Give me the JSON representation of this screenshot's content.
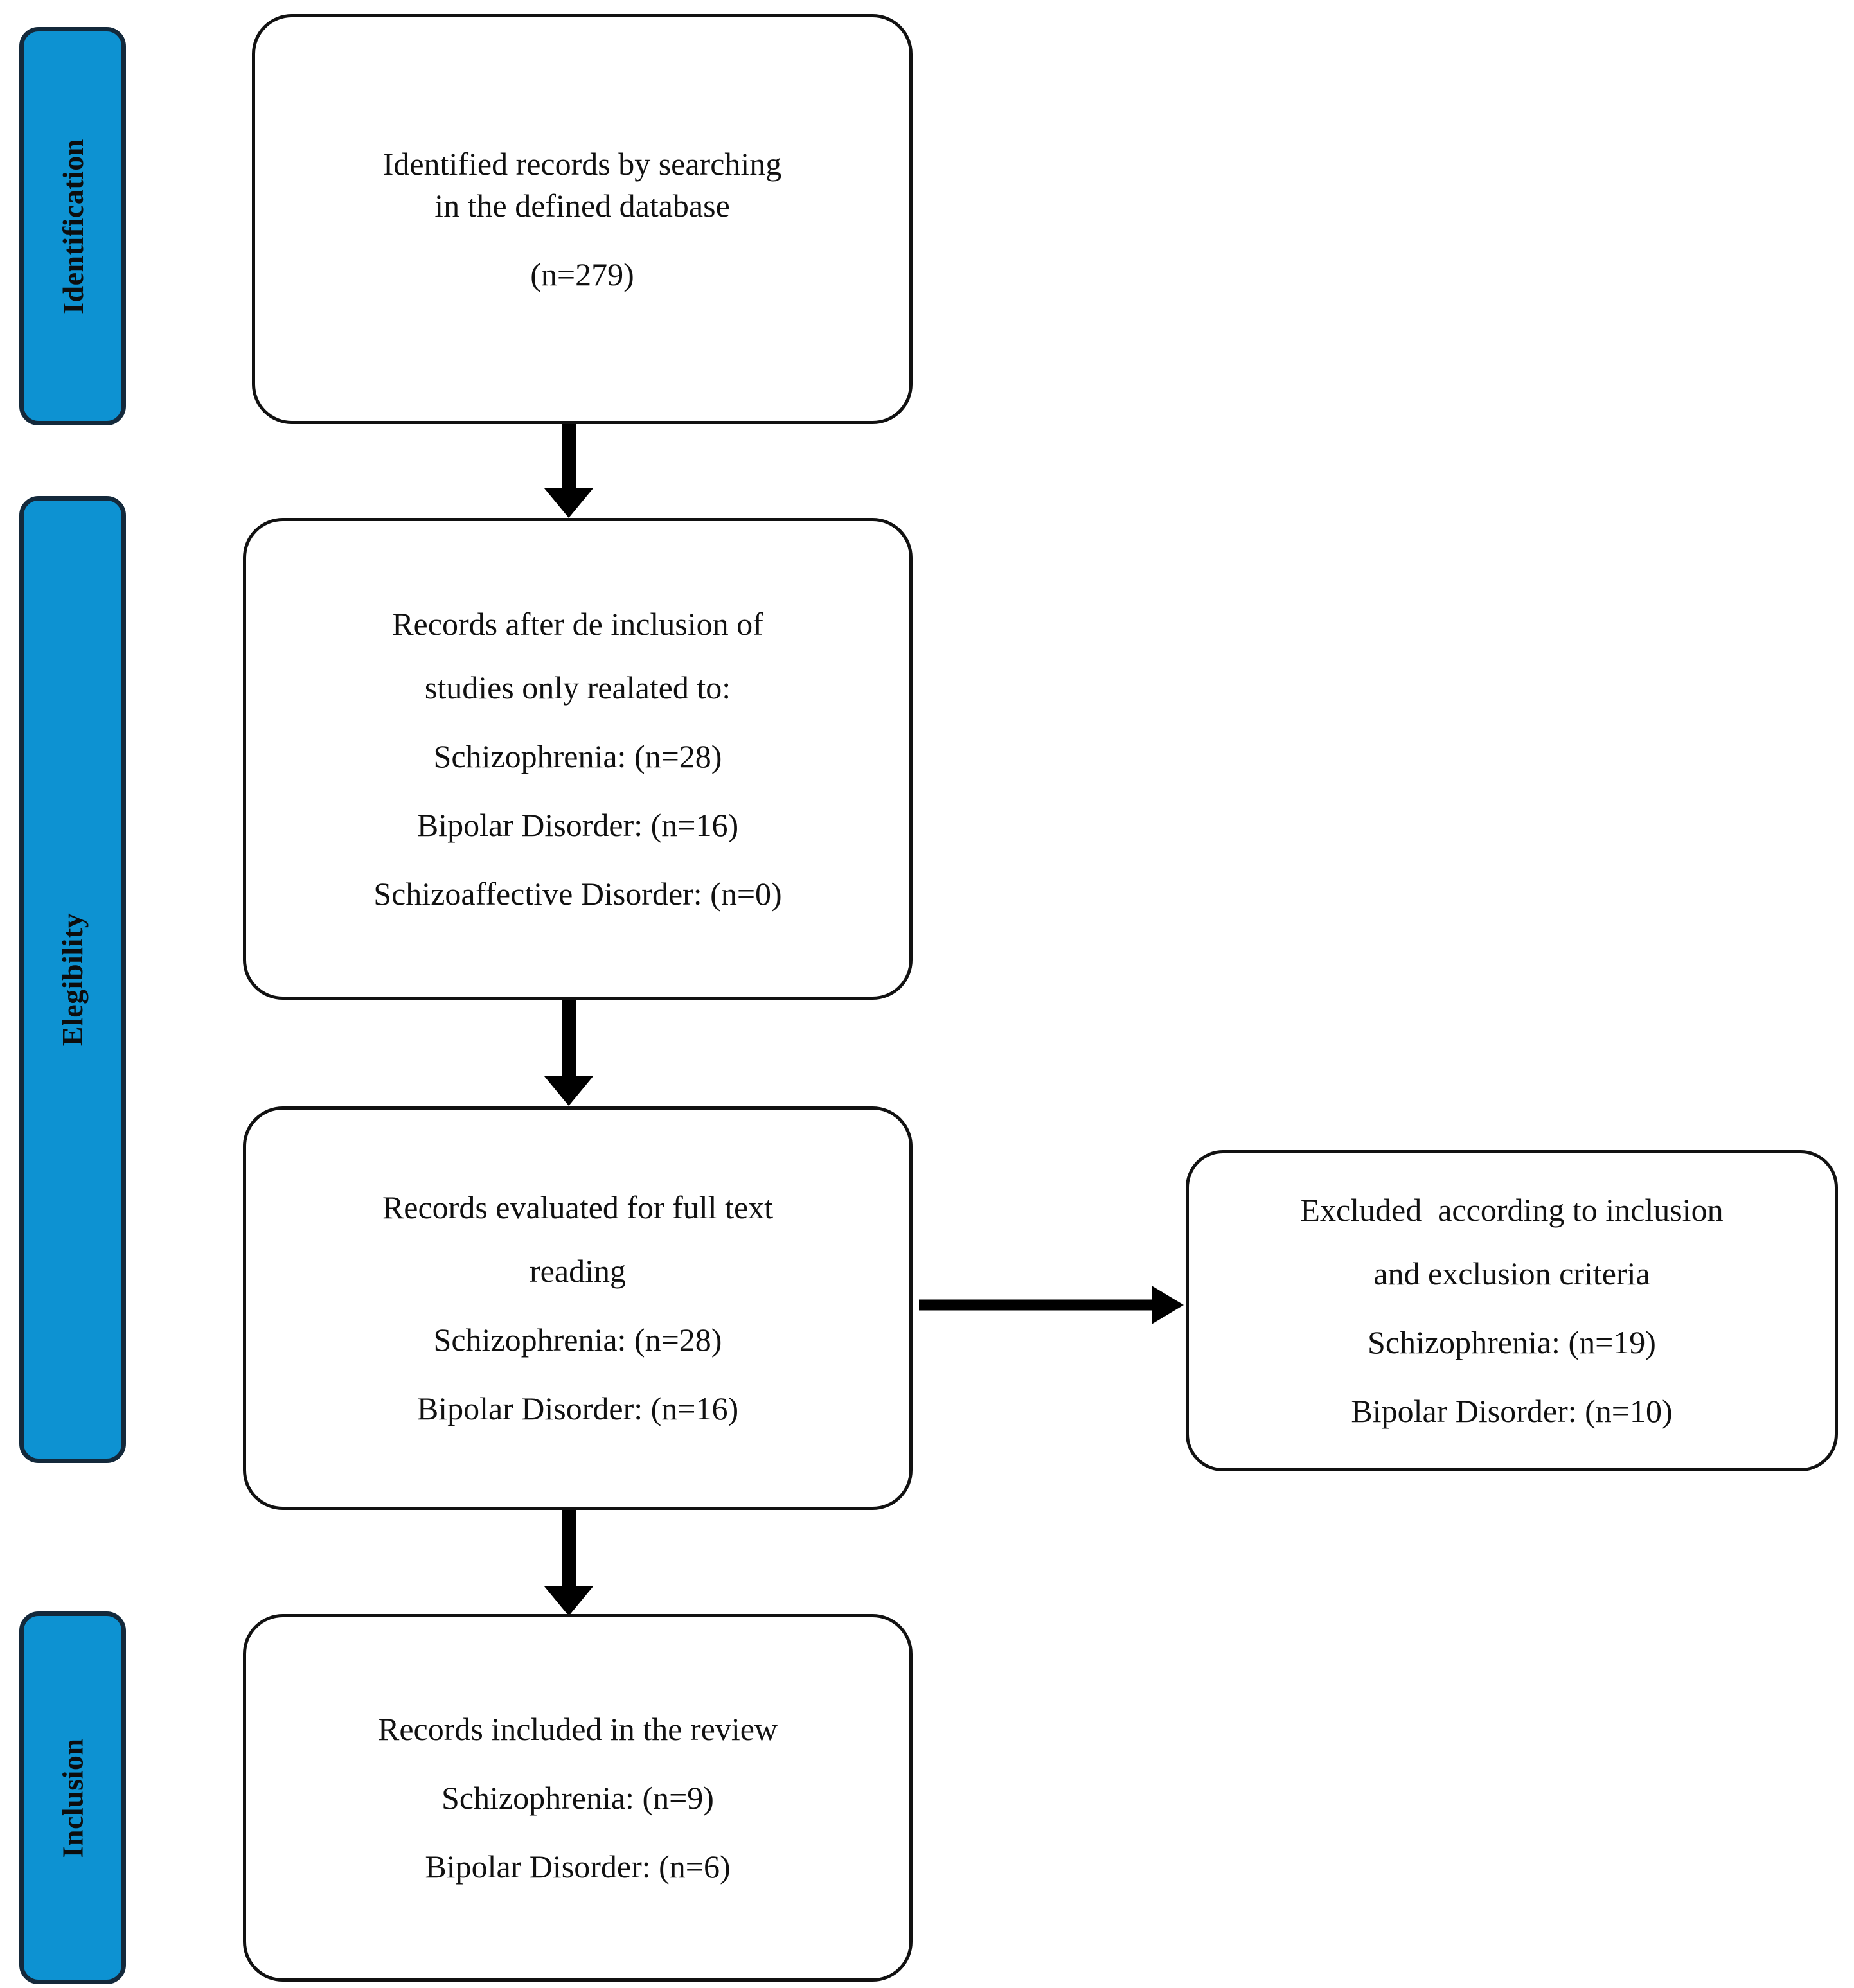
{
  "diagram": {
    "type": "prisma-flow-diagram",
    "accent_color": "#0d92d2",
    "stage_border_color": "#14293b",
    "box_border_color": "#111111",
    "arrow_color": "#000000",
    "stages": [
      {
        "id": "identification",
        "label": "Identification"
      },
      {
        "id": "elegibility",
        "label": "Elegibility"
      },
      {
        "id": "inclusion",
        "label": "Inclusion"
      }
    ],
    "boxes": [
      {
        "id": "identified-records",
        "stage": "identification",
        "lines": [
          "Identified records by searching",
          "in the defined database",
          "(n=279)"
        ]
      },
      {
        "id": "records-after-inclusion",
        "stage": "elegibility",
        "lines": [
          "Records after de inclusion of",
          "studies only realated to:",
          "Schizophrenia: (n=28)",
          "Bipolar Disorder: (n=16)",
          "Schizoaffective Disorder: (n=0)"
        ]
      },
      {
        "id": "records-full-text",
        "stage": "elegibility",
        "lines": [
          "Records evaluated for full text",
          "reading",
          "Schizophrenia: (n=28)",
          "Bipolar Disorder: (n=16)"
        ]
      },
      {
        "id": "excluded-records",
        "stage": "elegibility",
        "lines": [
          "Excluded  according to inclusion",
          "and exclusion criteria",
          "Schizophrenia: (n=19)",
          "Bipolar Disorder: (n=10)"
        ]
      },
      {
        "id": "records-included",
        "stage": "inclusion",
        "lines": [
          "Records included in the review",
          "Schizophrenia: (n=9)",
          "Bipolar Disorder: (n=6)"
        ]
      }
    ],
    "arrows": [
      {
        "id": "arrow-identified-to-afterinclusion",
        "direction": "down"
      },
      {
        "id": "arrow-afterinclusion-to-fulltext",
        "direction": "down"
      },
      {
        "id": "arrow-fulltext-to-excluded",
        "direction": "right"
      },
      {
        "id": "arrow-fulltext-to-included",
        "direction": "down"
      }
    ]
  },
  "chart_data": {
    "type": "table",
    "title": "PRISMA study selection counts",
    "categories": [
      "Schizophrenia",
      "Bipolar Disorder",
      "Schizoaffective Disorder"
    ],
    "series": [
      {
        "name": "Records after de inclusion",
        "values": [
          28,
          16,
          0
        ]
      },
      {
        "name": "Records evaluated full text",
        "values": [
          28,
          16,
          null
        ]
      },
      {
        "name": "Excluded by criteria",
        "values": [
          19,
          10,
          null
        ]
      },
      {
        "name": "Records included in review",
        "values": [
          9,
          6,
          null
        ]
      }
    ],
    "total_identified": 279
  }
}
